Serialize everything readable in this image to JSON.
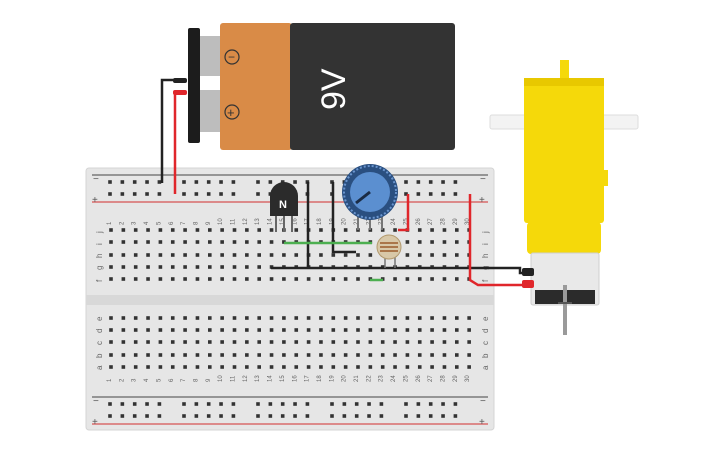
{
  "battery": {
    "label": "9V",
    "minus_symbol": "−",
    "plus_symbol": "+",
    "colors": {
      "body": "#333333",
      "cap": "#d98b47"
    }
  },
  "transistor": {
    "label": "N",
    "icon": "npn-transistor-icon"
  },
  "potentiometer": {
    "icon": "potentiometer-knob-icon",
    "color": "#4a7fc1"
  },
  "photoresistor": {
    "icon": "photoresistor-icon"
  },
  "motor": {
    "icon": "dc-gear-motor-icon",
    "color": "#f5d90a"
  },
  "breadboard": {
    "rail_minus": "−",
    "rail_plus": "+",
    "column_labels": [
      "1",
      "2",
      "3",
      "4",
      "5",
      "6",
      "7",
      "8",
      "9",
      "10",
      "11",
      "12",
      "13",
      "14",
      "15",
      "16",
      "17",
      "18",
      "19",
      "20",
      "21",
      "22",
      "23",
      "24",
      "25",
      "26",
      "27",
      "28",
      "29",
      "30"
    ],
    "top_row_labels": [
      "j",
      "i",
      "h",
      "g",
      "f"
    ],
    "bottom_row_labels": [
      "e",
      "d",
      "c",
      "b",
      "a"
    ],
    "colors": {
      "board": "#e6e6e6",
      "rail_red": "#d32f2f",
      "rail_dark": "#444444"
    }
  },
  "wires": {
    "colors": {
      "red": "#e0262b",
      "black": "#222222",
      "green": "#4caf50"
    }
  }
}
